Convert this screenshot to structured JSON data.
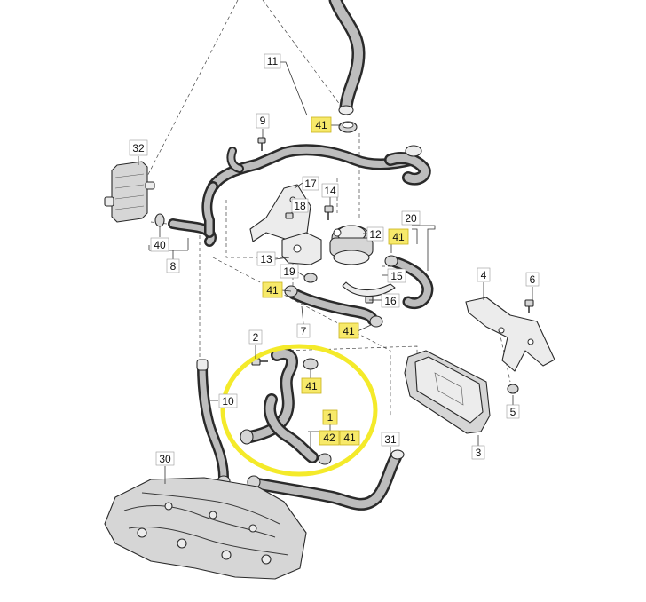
{
  "colors": {
    "highlight_fill": "#f7e96a",
    "highlight_stroke": "#c9b21c",
    "ring": "#f4ea2a",
    "line": "#2a2a2a"
  },
  "callouts": [
    {
      "id": "c11",
      "text": "11",
      "highlight": false
    },
    {
      "id": "c41a",
      "text": "41",
      "highlight": true
    },
    {
      "id": "c9",
      "text": "9",
      "highlight": false
    },
    {
      "id": "c32",
      "text": "32",
      "highlight": false
    },
    {
      "id": "c17",
      "text": "17",
      "highlight": false
    },
    {
      "id": "c14",
      "text": "14",
      "highlight": false
    },
    {
      "id": "c18",
      "text": "18",
      "highlight": false
    },
    {
      "id": "c20",
      "text": "20",
      "highlight": false
    },
    {
      "id": "c12",
      "text": "12",
      "highlight": false
    },
    {
      "id": "c41b",
      "text": "41",
      "highlight": true
    },
    {
      "id": "c40",
      "text": "40",
      "highlight": false
    },
    {
      "id": "c8",
      "text": "8",
      "highlight": false
    },
    {
      "id": "c13",
      "text": "13",
      "highlight": false
    },
    {
      "id": "c19",
      "text": "19",
      "highlight": false
    },
    {
      "id": "c15",
      "text": "15",
      "highlight": false
    },
    {
      "id": "c41c",
      "text": "41",
      "highlight": true
    },
    {
      "id": "c16",
      "text": "16",
      "highlight": false
    },
    {
      "id": "c7",
      "text": "7",
      "highlight": false
    },
    {
      "id": "c41d",
      "text": "41",
      "highlight": true
    },
    {
      "id": "c4",
      "text": "4",
      "highlight": false
    },
    {
      "id": "c6",
      "text": "6",
      "highlight": false
    },
    {
      "id": "c2",
      "text": "2",
      "highlight": false
    },
    {
      "id": "c41e",
      "text": "41",
      "highlight": true
    },
    {
      "id": "c10",
      "text": "10",
      "highlight": false
    },
    {
      "id": "c1",
      "text": "1",
      "highlight": true
    },
    {
      "id": "c42",
      "text": "42",
      "highlight": true
    },
    {
      "id": "c41f",
      "text": "41",
      "highlight": true
    },
    {
      "id": "c31",
      "text": "31",
      "highlight": false
    },
    {
      "id": "c30",
      "text": "30",
      "highlight": false
    },
    {
      "id": "c3",
      "text": "3",
      "highlight": false
    },
    {
      "id": "c5",
      "text": "5",
      "highlight": false
    }
  ]
}
